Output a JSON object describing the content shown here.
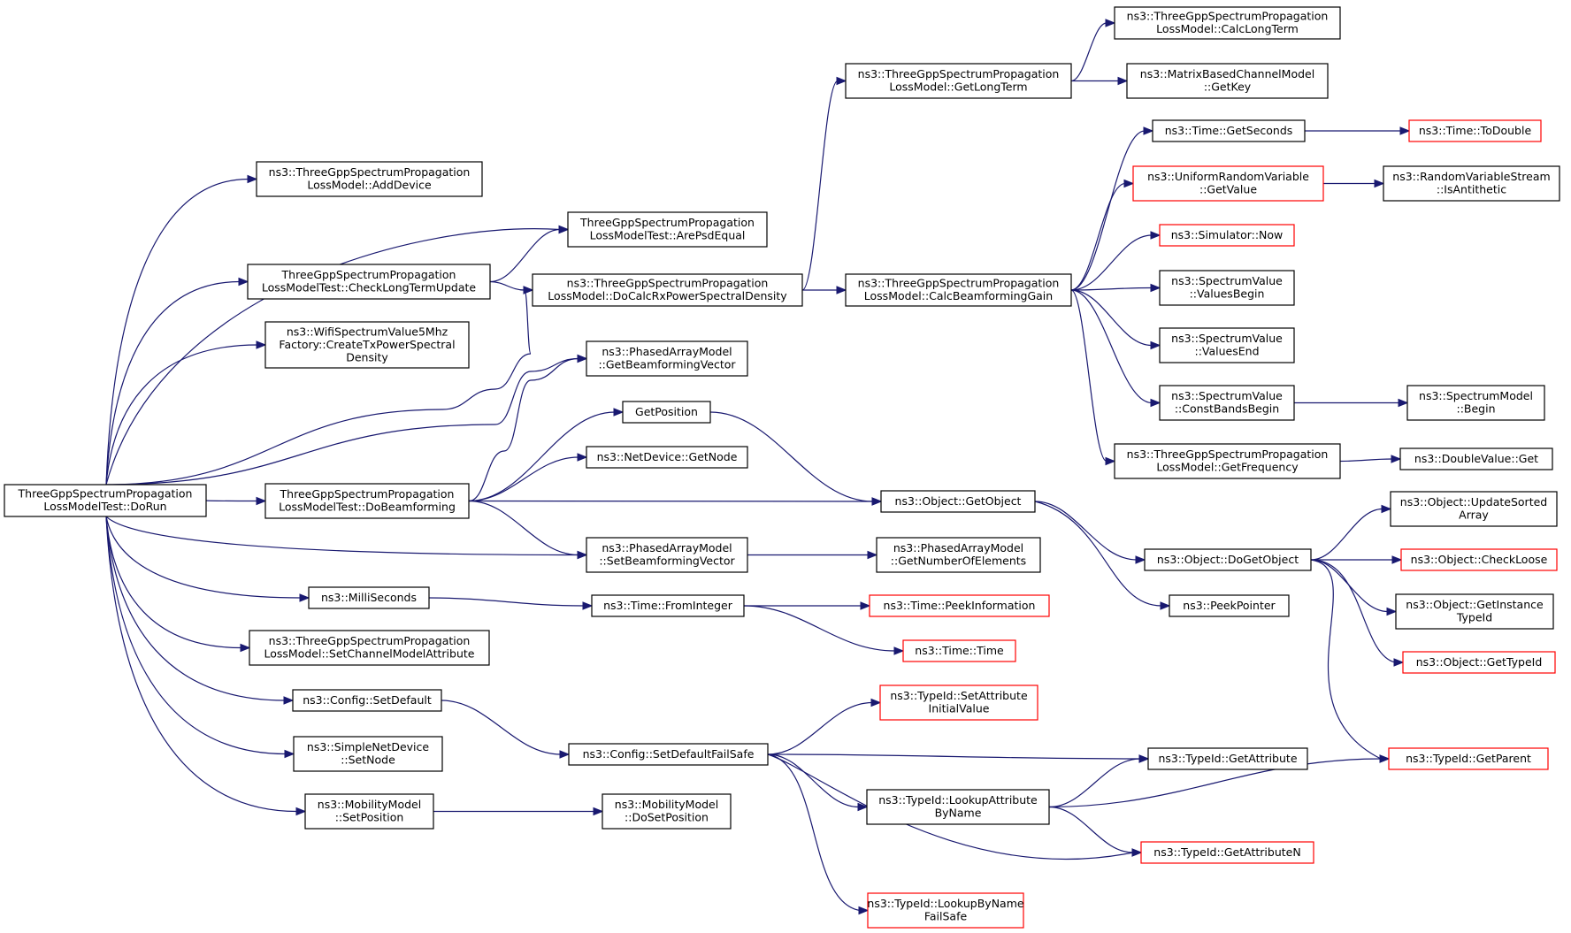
{
  "colors": {
    "edge": "#191970",
    "border_normal": "#000000",
    "border_truncated": "#ff0000",
    "root_fill": "#bfbfbf"
  },
  "nodes": [
    {
      "id": "dorun",
      "lines": [
        "ThreeGppSpectrumPropagation",
        "LossModelTest::DoRun"
      ],
      "root": true
    },
    {
      "id": "adddevice",
      "lines": [
        "ns3::ThreeGppSpectrumPropagation",
        "LossModel::AddDevice"
      ]
    },
    {
      "id": "arepsdequal",
      "lines": [
        "ThreeGppSpectrumPropagation",
        "LossModelTest::ArePsdEqual"
      ]
    },
    {
      "id": "checklongterm",
      "lines": [
        "ThreeGppSpectrumPropagation",
        "LossModelTest::CheckLongTermUpdate"
      ]
    },
    {
      "id": "docalcrx",
      "lines": [
        "ns3::ThreeGppSpectrumPropagation",
        "LossModel::DoCalcRxPowerSpectralDensity"
      ]
    },
    {
      "id": "getlongterm",
      "lines": [
        "ns3::ThreeGppSpectrumPropagation",
        "LossModel::GetLongTerm"
      ]
    },
    {
      "id": "calclongterm",
      "lines": [
        "ns3::ThreeGppSpectrumPropagation",
        "LossModel::CalcLongTerm"
      ]
    },
    {
      "id": "getkey",
      "lines": [
        "ns3::MatrixBasedChannelModel",
        "::GetKey"
      ]
    },
    {
      "id": "calcbeamgain",
      "lines": [
        "ns3::ThreeGppSpectrumPropagation",
        "LossModel::CalcBeamformingGain"
      ]
    },
    {
      "id": "getseconds",
      "lines": [
        "ns3::Time::GetSeconds"
      ]
    },
    {
      "id": "todouble",
      "lines": [
        "ns3::Time::ToDouble"
      ],
      "truncated": true
    },
    {
      "id": "uniformget",
      "lines": [
        "ns3::UniformRandomVariable",
        "::GetValue"
      ],
      "truncated": true
    },
    {
      "id": "isantithetic",
      "lines": [
        "ns3::RandomVariableStream",
        "::IsAntithetic"
      ]
    },
    {
      "id": "simnow",
      "lines": [
        "ns3::Simulator::Now"
      ],
      "truncated": true
    },
    {
      "id": "valuesbegin",
      "lines": [
        "ns3::SpectrumValue",
        "::ValuesBegin"
      ]
    },
    {
      "id": "valuesend",
      "lines": [
        "ns3::SpectrumValue",
        "::ValuesEnd"
      ]
    },
    {
      "id": "constbands",
      "lines": [
        "ns3::SpectrumValue",
        "::ConstBandsBegin"
      ]
    },
    {
      "id": "smbegin",
      "lines": [
        "ns3::SpectrumModel",
        "::Begin"
      ]
    },
    {
      "id": "getfreq",
      "lines": [
        "ns3::ThreeGppSpectrumPropagation",
        "LossModel::GetFrequency"
      ]
    },
    {
      "id": "dblget",
      "lines": [
        "ns3::DoubleValue::Get"
      ]
    },
    {
      "id": "wifipsd",
      "lines": [
        "ns3::WifiSpectrumValue5Mhz",
        "Factory::CreateTxPowerSpectral",
        "Density"
      ]
    },
    {
      "id": "getbfvec",
      "lines": [
        "ns3::PhasedArrayModel",
        "::GetBeamformingVector"
      ]
    },
    {
      "id": "getposition",
      "lines": [
        "GetPosition"
      ]
    },
    {
      "id": "getnode",
      "lines": [
        "ns3::NetDevice::GetNode"
      ]
    },
    {
      "id": "dobeamforming",
      "lines": [
        "ThreeGppSpectrumPropagation",
        "LossModelTest::DoBeamforming"
      ]
    },
    {
      "id": "getobject",
      "lines": [
        "ns3::Object::GetObject"
      ]
    },
    {
      "id": "setbfvec",
      "lines": [
        "ns3::PhasedArrayModel",
        "::SetBeamformingVector"
      ]
    },
    {
      "id": "getnumelem",
      "lines": [
        "ns3::PhasedArrayModel",
        "::GetNumberOfElements"
      ]
    },
    {
      "id": "dogetobject",
      "lines": [
        "ns3::Object::DoGetObject"
      ]
    },
    {
      "id": "updatesorted",
      "lines": [
        "ns3::Object::UpdateSorted",
        "Array"
      ]
    },
    {
      "id": "checkloose",
      "lines": [
        "ns3::Object::CheckLoose"
      ],
      "truncated": true
    },
    {
      "id": "getinsttypeid",
      "lines": [
        "ns3::Object::GetInstance",
        "TypeId"
      ]
    },
    {
      "id": "gettypeid",
      "lines": [
        "ns3::Object::GetTypeId"
      ],
      "truncated": true
    },
    {
      "id": "peekpointer",
      "lines": [
        "ns3::PeekPointer"
      ]
    },
    {
      "id": "milliseconds",
      "lines": [
        "ns3::MilliSeconds"
      ]
    },
    {
      "id": "frominteger",
      "lines": [
        "ns3::Time::FromInteger"
      ]
    },
    {
      "id": "peekinfo",
      "lines": [
        "ns3::Time::PeekInformation"
      ],
      "truncated": true
    },
    {
      "id": "timetime",
      "lines": [
        "ns3::Time::Time"
      ],
      "truncated": true
    },
    {
      "id": "setchanattr",
      "lines": [
        "ns3::ThreeGppSpectrumPropagation",
        "LossModel::SetChannelModelAttribute"
      ]
    },
    {
      "id": "setdefault",
      "lines": [
        "ns3::Config::SetDefault"
      ]
    },
    {
      "id": "setdefaultfs",
      "lines": [
        "ns3::Config::SetDefaultFailSafe"
      ]
    },
    {
      "id": "setattrinit",
      "lines": [
        "ns3::TypeId::SetAttribute",
        "InitialValue"
      ],
      "truncated": true
    },
    {
      "id": "getattribute",
      "lines": [
        "ns3::TypeId::GetAttribute"
      ]
    },
    {
      "id": "getparent",
      "lines": [
        "ns3::TypeId::GetParent"
      ],
      "truncated": true
    },
    {
      "id": "lookupattr",
      "lines": [
        "ns3::TypeId::LookupAttribute",
        "ByName"
      ]
    },
    {
      "id": "getattrn",
      "lines": [
        "ns3::TypeId::GetAttributeN"
      ],
      "truncated": true
    },
    {
      "id": "lookupbyname",
      "lines": [
        "ns3::TypeId::LookupByName",
        "FailSafe"
      ],
      "truncated": true
    },
    {
      "id": "simplesetnode",
      "lines": [
        "ns3::SimpleNetDevice",
        "::SetNode"
      ]
    },
    {
      "id": "mobsetpos",
      "lines": [
        "ns3::MobilityModel",
        "::SetPosition"
      ]
    },
    {
      "id": "mobdosetpos",
      "lines": [
        "ns3::MobilityModel",
        "::DoSetPosition"
      ]
    }
  ],
  "edges": [
    [
      "dorun",
      "adddevice"
    ],
    [
      "dorun",
      "arepsdequal"
    ],
    [
      "dorun",
      "checklongterm"
    ],
    [
      "dorun",
      "docalcrx"
    ],
    [
      "dorun",
      "wifipsd"
    ],
    [
      "dorun",
      "getbfvec"
    ],
    [
      "dorun",
      "dobeamforming"
    ],
    [
      "dorun",
      "setbfvec"
    ],
    [
      "dorun",
      "milliseconds"
    ],
    [
      "dorun",
      "setchanattr"
    ],
    [
      "dorun",
      "setdefault"
    ],
    [
      "dorun",
      "simplesetnode"
    ],
    [
      "dorun",
      "mobsetpos"
    ],
    [
      "checklongterm",
      "arepsdequal"
    ],
    [
      "checklongterm",
      "docalcrx"
    ],
    [
      "docalcrx",
      "getlongterm"
    ],
    [
      "docalcrx",
      "calcbeamgain"
    ],
    [
      "getlongterm",
      "calclongterm"
    ],
    [
      "getlongterm",
      "getkey"
    ],
    [
      "calcbeamgain",
      "getseconds"
    ],
    [
      "calcbeamgain",
      "uniformget"
    ],
    [
      "calcbeamgain",
      "simnow"
    ],
    [
      "calcbeamgain",
      "valuesbegin"
    ],
    [
      "calcbeamgain",
      "valuesend"
    ],
    [
      "calcbeamgain",
      "constbands"
    ],
    [
      "calcbeamgain",
      "getfreq"
    ],
    [
      "getseconds",
      "todouble"
    ],
    [
      "uniformget",
      "isantithetic"
    ],
    [
      "constbands",
      "smbegin"
    ],
    [
      "getfreq",
      "dblget"
    ],
    [
      "dobeamforming",
      "getbfvec"
    ],
    [
      "dobeamforming",
      "getposition"
    ],
    [
      "dobeamforming",
      "getnode"
    ],
    [
      "dobeamforming",
      "getobject"
    ],
    [
      "dobeamforming",
      "setbfvec"
    ],
    [
      "getposition",
      "getobject"
    ],
    [
      "setbfvec",
      "getnumelem"
    ],
    [
      "getobject",
      "dogetobject"
    ],
    [
      "getobject",
      "peekpointer"
    ],
    [
      "dogetobject",
      "updatesorted"
    ],
    [
      "dogetobject",
      "checkloose"
    ],
    [
      "dogetobject",
      "getinsttypeid"
    ],
    [
      "dogetobject",
      "gettypeid"
    ],
    [
      "dogetobject",
      "getparent"
    ],
    [
      "milliseconds",
      "frominteger"
    ],
    [
      "frominteger",
      "peekinfo"
    ],
    [
      "frominteger",
      "timetime"
    ],
    [
      "setdefault",
      "setdefaultfs"
    ],
    [
      "setdefaultfs",
      "setattrinit"
    ],
    [
      "setdefaultfs",
      "getattribute"
    ],
    [
      "setdefaultfs",
      "lookupattr"
    ],
    [
      "setdefaultfs",
      "getattrn"
    ],
    [
      "setdefaultfs",
      "lookupbyname"
    ],
    [
      "lookupattr",
      "getattribute"
    ],
    [
      "lookupattr",
      "getparent"
    ],
    [
      "lookupattr",
      "getattrn"
    ],
    [
      "mobsetpos",
      "mobdosetpos"
    ]
  ]
}
